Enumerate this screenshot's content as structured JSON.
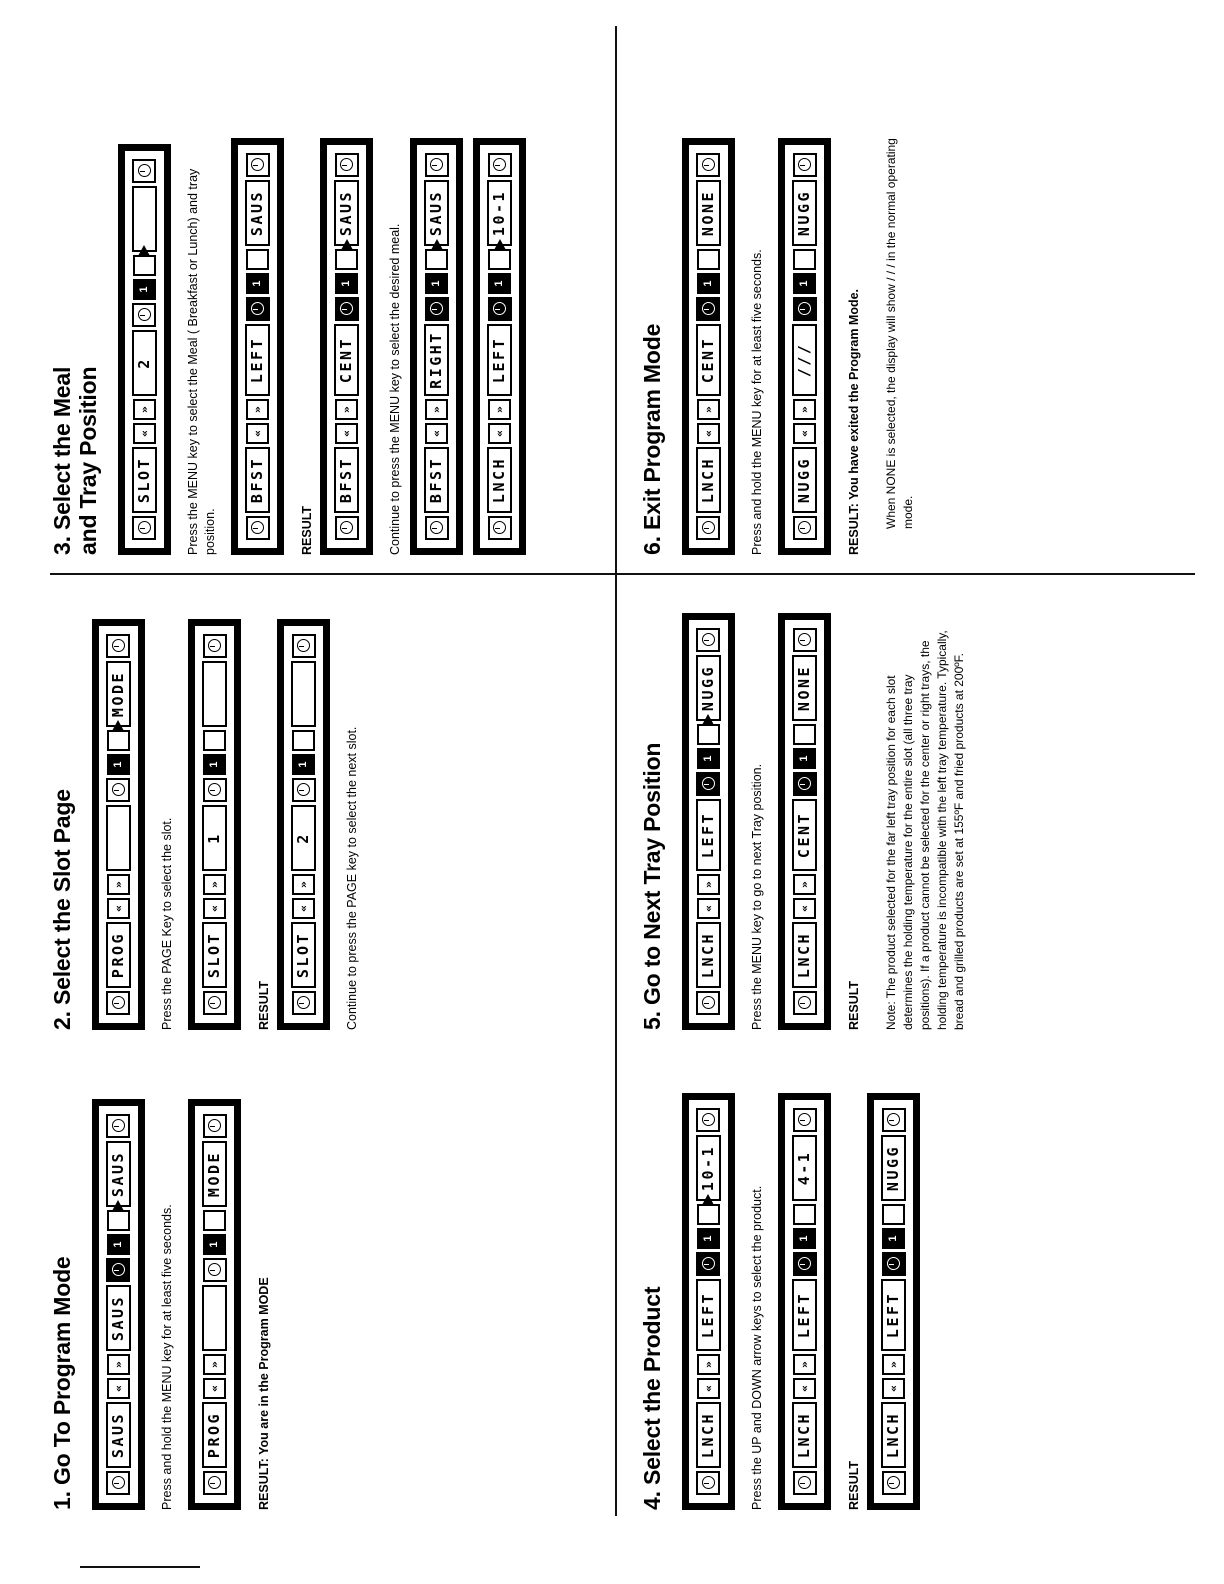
{
  "document": {
    "type": "equipment-programming-instructions"
  },
  "sections": [
    {
      "id": "s1",
      "title": "1. Go To Program Mode",
      "panels": [
        {
          "name": "saus-saus-panel",
          "cells": [
            {
              "kind": "round"
            },
            {
              "kind": "lcd",
              "text": "SAUS"
            },
            {
              "kind": "sq",
              "text": "«"
            },
            {
              "kind": "sq",
              "text": "»"
            },
            {
              "kind": "lcd",
              "text": "SAUS"
            },
            {
              "kind": "round",
              "solid": true
            },
            {
              "kind": "one",
              "text": "1"
            },
            {
              "kind": "blank",
              "callout": true
            },
            {
              "kind": "lcd",
              "text": "SAUS"
            },
            {
              "kind": "round"
            }
          ]
        },
        {
          "name": "prog-mode-panel",
          "cells": [
            {
              "kind": "round"
            },
            {
              "kind": "lcd",
              "text": "PROG"
            },
            {
              "kind": "sq",
              "text": "«"
            },
            {
              "kind": "sq",
              "text": "»"
            },
            {
              "kind": "lcd",
              "text": ""
            },
            {
              "kind": "round"
            },
            {
              "kind": "one",
              "text": "1"
            },
            {
              "kind": "blank"
            },
            {
              "kind": "lcd",
              "text": "MODE"
            },
            {
              "kind": "round"
            }
          ]
        }
      ],
      "instruction": "Press and hold the MENU key for at least five seconds.",
      "result_label": "RESULT: You are in the Program MODE"
    },
    {
      "id": "s2",
      "title": "2. Select the Slot Page",
      "panels": [
        {
          "name": "prog-mode-panel-2",
          "cells": [
            {
              "kind": "round"
            },
            {
              "kind": "lcd",
              "text": "PROG"
            },
            {
              "kind": "sq",
              "text": "«"
            },
            {
              "kind": "sq",
              "text": "»"
            },
            {
              "kind": "lcd",
              "text": ""
            },
            {
              "kind": "round"
            },
            {
              "kind": "one",
              "text": "1"
            },
            {
              "kind": "blank",
              "callout": true
            },
            {
              "kind": "lcd",
              "text": "MODE"
            },
            {
              "kind": "round"
            }
          ]
        },
        {
          "name": "slot-1-panel",
          "cells": [
            {
              "kind": "round"
            },
            {
              "kind": "lcd",
              "text": "SLOT"
            },
            {
              "kind": "sq",
              "text": "«"
            },
            {
              "kind": "sq",
              "text": "»"
            },
            {
              "kind": "lcd",
              "text": "1"
            },
            {
              "kind": "round"
            },
            {
              "kind": "one",
              "text": "1"
            },
            {
              "kind": "blank"
            },
            {
              "kind": "lcd",
              "text": ""
            },
            {
              "kind": "round"
            }
          ]
        },
        {
          "name": "slot-2-panel",
          "cells": [
            {
              "kind": "round"
            },
            {
              "kind": "lcd",
              "text": "SLOT"
            },
            {
              "kind": "sq",
              "text": "«"
            },
            {
              "kind": "sq",
              "text": "»"
            },
            {
              "kind": "lcd",
              "text": "2"
            },
            {
              "kind": "round"
            },
            {
              "kind": "one",
              "text": "1"
            },
            {
              "kind": "blank"
            },
            {
              "kind": "lcd",
              "text": ""
            },
            {
              "kind": "round"
            }
          ]
        }
      ],
      "instruction": "Press the PAGE Key to select the slot.",
      "result_label": "RESULT",
      "instruction2": "Continue to press the PAGE key to select the next slot."
    },
    {
      "id": "s3",
      "title_line1": "3. Select the Meal",
      "title_line2": "and Tray Position",
      "panels": [
        {
          "name": "slot-2-meal-panel",
          "cells": [
            {
              "kind": "round"
            },
            {
              "kind": "lcd",
              "text": "SLOT"
            },
            {
              "kind": "sq",
              "text": "«"
            },
            {
              "kind": "sq",
              "text": "»"
            },
            {
              "kind": "lcd",
              "text": "2"
            },
            {
              "kind": "round"
            },
            {
              "kind": "one",
              "text": "1"
            },
            {
              "kind": "blank",
              "callout": true
            },
            {
              "kind": "lcd",
              "text": ""
            },
            {
              "kind": "round"
            }
          ]
        },
        {
          "name": "bfst-left-saus-panel",
          "cells": [
            {
              "kind": "round"
            },
            {
              "kind": "lcd",
              "text": "BFST"
            },
            {
              "kind": "sq",
              "text": "«"
            },
            {
              "kind": "sq",
              "text": "»"
            },
            {
              "kind": "lcd",
              "text": "LEFT"
            },
            {
              "kind": "round",
              "solid": true
            },
            {
              "kind": "one",
              "text": "1"
            },
            {
              "kind": "blank"
            },
            {
              "kind": "lcd",
              "text": "SAUS"
            },
            {
              "kind": "round"
            }
          ]
        },
        {
          "name": "bfst-cent-saus-panel",
          "cells": [
            {
              "kind": "round"
            },
            {
              "kind": "lcd",
              "text": "BFST"
            },
            {
              "kind": "sq",
              "text": "«"
            },
            {
              "kind": "sq",
              "text": "»"
            },
            {
              "kind": "lcd",
              "text": "CENT"
            },
            {
              "kind": "round",
              "solid": true
            },
            {
              "kind": "one",
              "text": "1"
            },
            {
              "kind": "blank",
              "callout": true
            },
            {
              "kind": "lcd",
              "text": "SAUS"
            },
            {
              "kind": "round"
            }
          ]
        },
        {
          "name": "bfst-right-saus-panel",
          "cells": [
            {
              "kind": "round"
            },
            {
              "kind": "lcd",
              "text": "BFST"
            },
            {
              "kind": "sq",
              "text": "«"
            },
            {
              "kind": "sq",
              "text": "»"
            },
            {
              "kind": "lcd",
              "text": "RIGHT"
            },
            {
              "kind": "round",
              "solid": true
            },
            {
              "kind": "one",
              "text": "1"
            },
            {
              "kind": "blank",
              "callout": true
            },
            {
              "kind": "lcd",
              "text": "SAUS"
            },
            {
              "kind": "round"
            }
          ]
        },
        {
          "name": "lnch-left-10-1-panel",
          "cells": [
            {
              "kind": "round"
            },
            {
              "kind": "lcd",
              "text": "LNCH"
            },
            {
              "kind": "sq",
              "text": "«"
            },
            {
              "kind": "sq",
              "text": "»"
            },
            {
              "kind": "lcd",
              "text": "LEFT"
            },
            {
              "kind": "round",
              "solid": true
            },
            {
              "kind": "one",
              "text": "1"
            },
            {
              "kind": "blank",
              "callout": true
            },
            {
              "kind": "lcd",
              "text": "10-1"
            },
            {
              "kind": "round"
            }
          ]
        }
      ],
      "instruction": "Press the MENU key to select the Meal ( Breakfast or Lunch) and tray position.",
      "result_label": "RESULT",
      "instruction2": "Continue to press the MENU key to select the desired meal."
    },
    {
      "id": "s4",
      "title": "4. Select the Product",
      "panels": [
        {
          "name": "lnch-left-10-1-panel-2",
          "cells": [
            {
              "kind": "round"
            },
            {
              "kind": "lcd",
              "text": "LNCH"
            },
            {
              "kind": "sq",
              "text": "«"
            },
            {
              "kind": "sq",
              "text": "»"
            },
            {
              "kind": "lcd",
              "text": "LEFT"
            },
            {
              "kind": "round",
              "solid": true
            },
            {
              "kind": "one",
              "text": "1"
            },
            {
              "kind": "blank",
              "callout": true
            },
            {
              "kind": "lcd",
              "text": "10-1"
            },
            {
              "kind": "round"
            }
          ]
        },
        {
          "name": "lnch-left-4-1-panel",
          "cells": [
            {
              "kind": "round"
            },
            {
              "kind": "lcd",
              "text": "LNCH"
            },
            {
              "kind": "sq",
              "text": "«"
            },
            {
              "kind": "sq",
              "text": "»"
            },
            {
              "kind": "lcd",
              "text": "LEFT"
            },
            {
              "kind": "round",
              "solid": true
            },
            {
              "kind": "one",
              "text": "1"
            },
            {
              "kind": "blank"
            },
            {
              "kind": "lcd",
              "text": "4-1"
            },
            {
              "kind": "round"
            }
          ]
        },
        {
          "name": "lnch-left-nugg-panel",
          "cells": [
            {
              "kind": "round"
            },
            {
              "kind": "lcd",
              "text": "LNCH"
            },
            {
              "kind": "sq",
              "text": "«"
            },
            {
              "kind": "sq",
              "text": "»"
            },
            {
              "kind": "lcd",
              "text": "LEFT"
            },
            {
              "kind": "round",
              "solid": true
            },
            {
              "kind": "one",
              "text": "1"
            },
            {
              "kind": "blank"
            },
            {
              "kind": "lcd",
              "text": "NUGG"
            },
            {
              "kind": "round"
            }
          ]
        }
      ],
      "instruction": "Press the UP and DOWN arrow keys to select the product.",
      "result_label": "RESULT"
    },
    {
      "id": "s5",
      "title": "5. Go to Next Tray Position",
      "panels": [
        {
          "name": "lnch-left-nugg-panel-2",
          "cells": [
            {
              "kind": "round"
            },
            {
              "kind": "lcd",
              "text": "LNCH"
            },
            {
              "kind": "sq",
              "text": "«"
            },
            {
              "kind": "sq",
              "text": "»"
            },
            {
              "kind": "lcd",
              "text": "LEFT"
            },
            {
              "kind": "round",
              "solid": true
            },
            {
              "kind": "one",
              "text": "1"
            },
            {
              "kind": "blank",
              "callout": true
            },
            {
              "kind": "lcd",
              "text": "NUGG"
            },
            {
              "kind": "round"
            }
          ]
        },
        {
          "name": "lnch-cent-none-panel",
          "cells": [
            {
              "kind": "round"
            },
            {
              "kind": "lcd",
              "text": "LNCH"
            },
            {
              "kind": "sq",
              "text": "«"
            },
            {
              "kind": "sq",
              "text": "»"
            },
            {
              "kind": "lcd",
              "text": "CENT"
            },
            {
              "kind": "round",
              "solid": true
            },
            {
              "kind": "one",
              "text": "1"
            },
            {
              "kind": "blank"
            },
            {
              "kind": "lcd",
              "text": "NONE"
            },
            {
              "kind": "round"
            }
          ]
        }
      ],
      "instruction": "Press the MENU key to go to next Tray position.",
      "result_label": "RESULT",
      "note": "Note: The product selected for the far left tray position for each slot determines the holding temperature for the entire slot (all three tray positions).  If a product cannot be selected for the center or right trays, the holding temperature is incompatible with the left tray temperature.  Typically, bread and grilled products are set at 155ºF and fried products at 200ºF."
    },
    {
      "id": "s6",
      "title": "6. Exit Program Mode",
      "panels": [
        {
          "name": "lnch-cent-none-panel-2",
          "cells": [
            {
              "kind": "round"
            },
            {
              "kind": "lcd",
              "text": "LNCH"
            },
            {
              "kind": "sq",
              "text": "«"
            },
            {
              "kind": "sq",
              "text": "»"
            },
            {
              "kind": "lcd",
              "text": "CENT"
            },
            {
              "kind": "round",
              "solid": true
            },
            {
              "kind": "one",
              "text": "1"
            },
            {
              "kind": "blank"
            },
            {
              "kind": "lcd",
              "text": "NONE"
            },
            {
              "kind": "round"
            }
          ]
        },
        {
          "name": "nugg-slashes-nugg-panel",
          "cells": [
            {
              "kind": "round"
            },
            {
              "kind": "lcd",
              "text": "NUGG"
            },
            {
              "kind": "sq",
              "text": "«"
            },
            {
              "kind": "sq",
              "text": "»"
            },
            {
              "kind": "lcd",
              "text": "///"
            },
            {
              "kind": "round",
              "solid": true
            },
            {
              "kind": "one",
              "text": "1"
            },
            {
              "kind": "blank"
            },
            {
              "kind": "lcd",
              "text": "NUGG"
            },
            {
              "kind": "round"
            }
          ]
        }
      ],
      "instruction": "Press and hold the MENU key for at least five seconds.",
      "result_label": "RESULT: You have exited the Program Mode.",
      "note": "When NONE is selected, the display will show / / / in the normal operating mode."
    }
  ]
}
